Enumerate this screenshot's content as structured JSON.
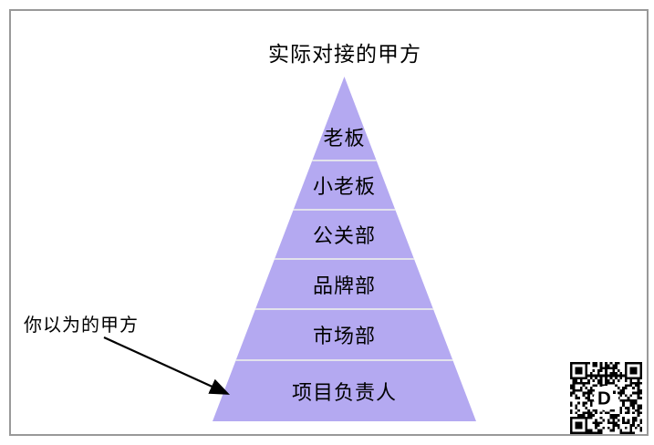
{
  "title": "实际对接的甲方",
  "annotation": {
    "label": "你以为的甲方"
  },
  "pyramid": {
    "levels": [
      {
        "label": "老板"
      },
      {
        "label": "小老板"
      },
      {
        "label": "公关部"
      },
      {
        "label": "品牌部"
      },
      {
        "label": "市场部"
      },
      {
        "label": "项目负责人"
      }
    ]
  },
  "qr": {
    "center_label": "D"
  },
  "colors": {
    "pyramid_fill": "#b4a9f1",
    "divider": "#e2e2ec",
    "frame_border": "#999999",
    "text": "#000000",
    "arrow": "#000000"
  }
}
